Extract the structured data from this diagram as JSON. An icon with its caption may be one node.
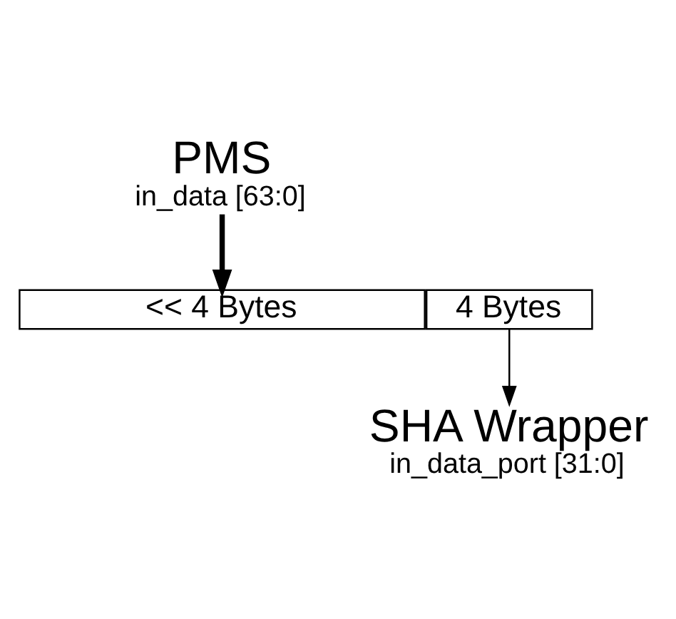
{
  "diagram": {
    "nodes": [
      {
        "text": [
          "PMS",
          "in_data [63:0]"
        ]
      },
      {
        "text": [
          "4 Bytes"
        ]
      },
      {
        "text": [
          "<< 4 Bytes"
        ]
      },
      {
        "text": [
          "SHA Wrapper",
          "in_data_port [31:0]"
        ]
      }
    ],
    "edges": [
      {
        "from": 0,
        "to": 2,
        "arrow": "to",
        "style": "thick"
      },
      {
        "from": 1,
        "to": 3,
        "arrow": "to"
      }
    ]
  }
}
